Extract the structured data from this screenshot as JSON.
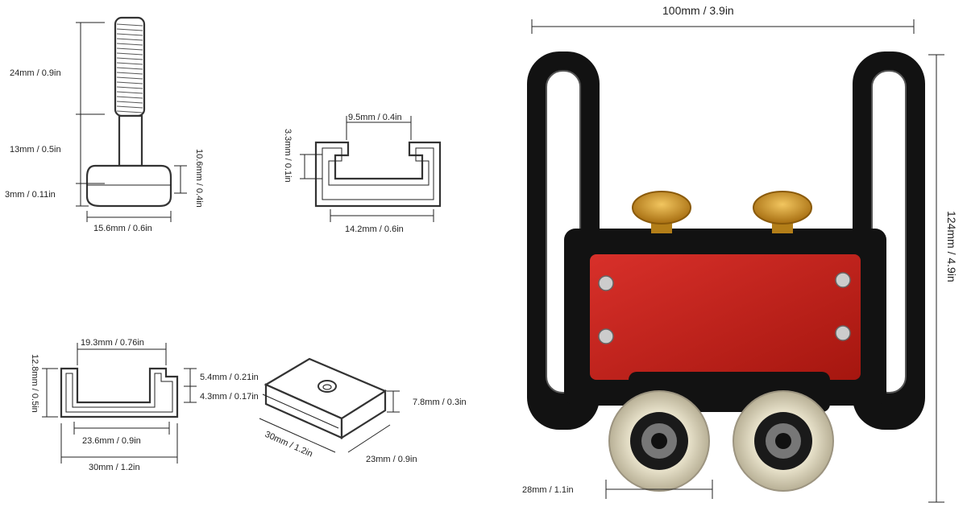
{
  "colors": {
    "line": "#222222",
    "body": "#121212",
    "plate": "#c0201a",
    "knob": "#c8941e",
    "wheel": "#d8d2b8"
  },
  "tbolt": {
    "thread_len": "24mm / 0.9in",
    "shank_len": "13mm / 0.5in",
    "head_h": "3mm / 0.11in",
    "head_w": "10.6mm / 0.4in",
    "base_w": "15.6mm / 0.6in"
  },
  "small_track": {
    "top": "9.5mm / 0.4in",
    "depth": "3.3mm / 0.1in",
    "width": "14.2mm / 0.6in"
  },
  "large_track": {
    "top": "19.3mm / 0.76in",
    "height": "12.8mm / 0.5in",
    "step1": "5.4mm / 0.21in",
    "step2": "4.3mm / 0.17in",
    "inner": "23.6mm / 0.9in",
    "outer": "30mm / 1.2in"
  },
  "slider": {
    "height": "7.8mm / 0.3in",
    "length": "30mm / 1.2in",
    "width": "23mm / 0.9in"
  },
  "jig": {
    "width": "100mm / 3.9in",
    "height": "124mm / 4.9in",
    "wheel": "28mm / 1.1in"
  }
}
